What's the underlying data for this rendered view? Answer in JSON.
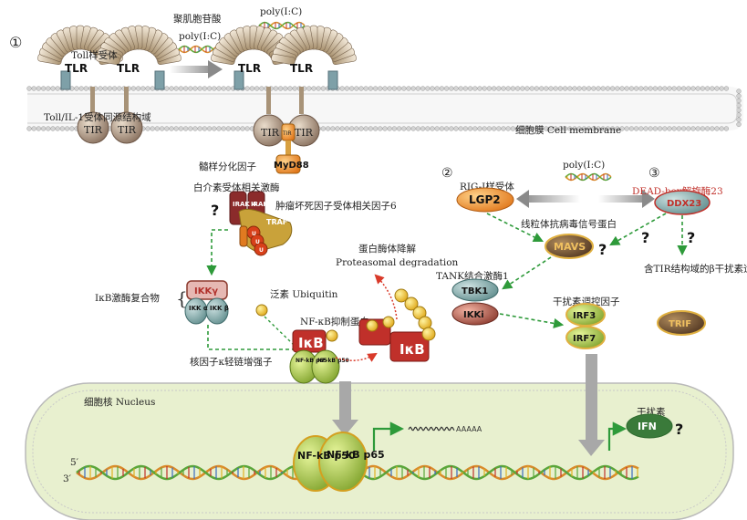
{
  "pathways": {
    "p1": "①",
    "p2": "②",
    "p3": "③"
  },
  "membrane": {
    "cell_membrane": "细胞膜 Cell membrane",
    "nucleus": "细胞核 Nucleus"
  },
  "ligand": {
    "polyic_cn": "聚肌胞苷酸",
    "polyic": "poly(I:C)"
  },
  "receptors": {
    "tlr_cn": "Toll样受体",
    "tlr": "TLR",
    "tir_cn": "Toll/IL-1受体同源结构域",
    "tir": "TIR"
  },
  "adaptors": {
    "myd88_cn": "髓样分化因子",
    "myd88": "MyD88",
    "irak_cn": "白介素受体相关激酶",
    "irak4": "IRAK 4",
    "irak1": "IRAK 1",
    "traf6_cn": "肿瘤坏死因子受体相关因子6",
    "traf6": "TRAF 6",
    "ubiq_sym": "U",
    "ikk_cn": "IκB激酶复合物",
    "ikkg": "IKKγ",
    "ikka": "IKK α",
    "ikkb": "IKK β",
    "ubiquitin_cn": "泛素 Ubiquitin",
    "ikb_cn": "NF-κB抑制蛋白",
    "ikb": "IκB",
    "nfkb_cn": "核因子κ轻链增强子",
    "nfkb_p65": "NF-kB p65",
    "nfkb_p50": "NF-kB p50",
    "degradation_cn": "蛋白酶体降解",
    "degradation_en": "Proteasomal degradation"
  },
  "rig": {
    "lgp2_cn": "RIG-I样受体",
    "lgp2": "LGP2",
    "mavs_cn": "线粒体抗病毒信号蛋白",
    "mavs": "MAVS"
  },
  "dead": {
    "ddx23_cn": "DEAD-box解旋酶23",
    "ddx23": "DDX23",
    "trif_cn": "含TIR结构域的β干扰素适导适配蛋白",
    "trif": "TRIF"
  },
  "kinases": {
    "tbk1_cn": "TANK结合激酶1",
    "tbk1": "TBK1",
    "ikki": "IKKi"
  },
  "irf": {
    "irf_cn": "干扰素调控因子",
    "irf3": "IRF3",
    "irf7": "IRF7"
  },
  "ifn": {
    "ifn_cn": "干扰素",
    "ifn": "IFN",
    "mrna": "AAAAA"
  },
  "dna": {
    "five_prime": "5′",
    "three_prime": "3′"
  },
  "unknown": "?",
  "colors": {
    "membrane": "#9e9e9e",
    "nucleus_fill": "#e6f0c8",
    "tlr": "#a89378",
    "tir": "#a08a78",
    "myd88": "#e09a2a",
    "irak": "#8b2b2b",
    "traf6": "#c9a23a",
    "lgp2": "#f08c1f",
    "mavs": "#6b4a2f",
    "ddx23": "#6f9a9a",
    "trif": "#6b4a2f",
    "tbk1": "#6f9a9a",
    "ikki": "#a35a4a",
    "irf": "#7fa23c",
    "ifn": "#3a7a3a",
    "ikb": "#c0302a",
    "nfkb": "#9cbf3a",
    "arrow_green": "#2e9a3a",
    "arrow_red": "#d93a2a"
  }
}
